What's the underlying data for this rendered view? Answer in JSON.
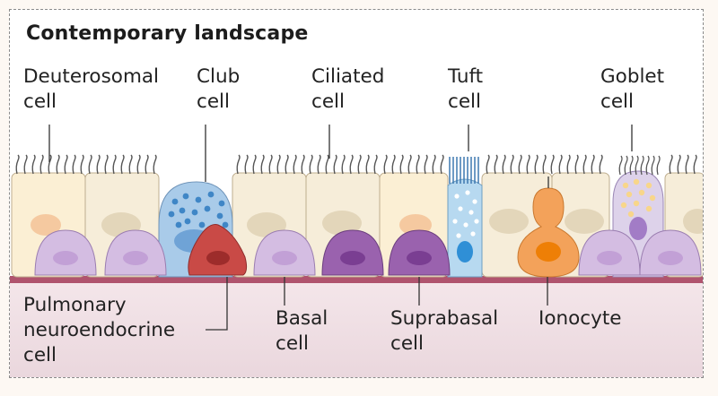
{
  "title": "Contemporary landscape",
  "labels": {
    "deuterosomal": [
      "Deuterosomal",
      "cell"
    ],
    "club": [
      "Club",
      "cell"
    ],
    "ciliated": [
      "Ciliated",
      "cell"
    ],
    "tuft": [
      "Tuft",
      "cell"
    ],
    "goblet": [
      "Goblet",
      "cell"
    ],
    "pulmonary": [
      "Pulmonary",
      "neuroendocrine",
      "cell"
    ],
    "basal": [
      "Basal",
      "cell"
    ],
    "suprabasal": [
      "Suprabasal",
      "cell"
    ],
    "ionocyte": [
      "Ionocyte"
    ]
  },
  "colors": {
    "ciliated_body": "#f6edd9",
    "deuterosomal_body": "#fbefd4",
    "club_body": "#a9cbe9",
    "tuft_body": "#b7d9f0",
    "goblet_body": "#ddd2ea",
    "ionocyte": "#f3a25a",
    "neuroendocrine": "#c94a46",
    "basal": "#d4bde2",
    "suprabasal": "#9a62ae",
    "membrane": "#b0546e"
  }
}
